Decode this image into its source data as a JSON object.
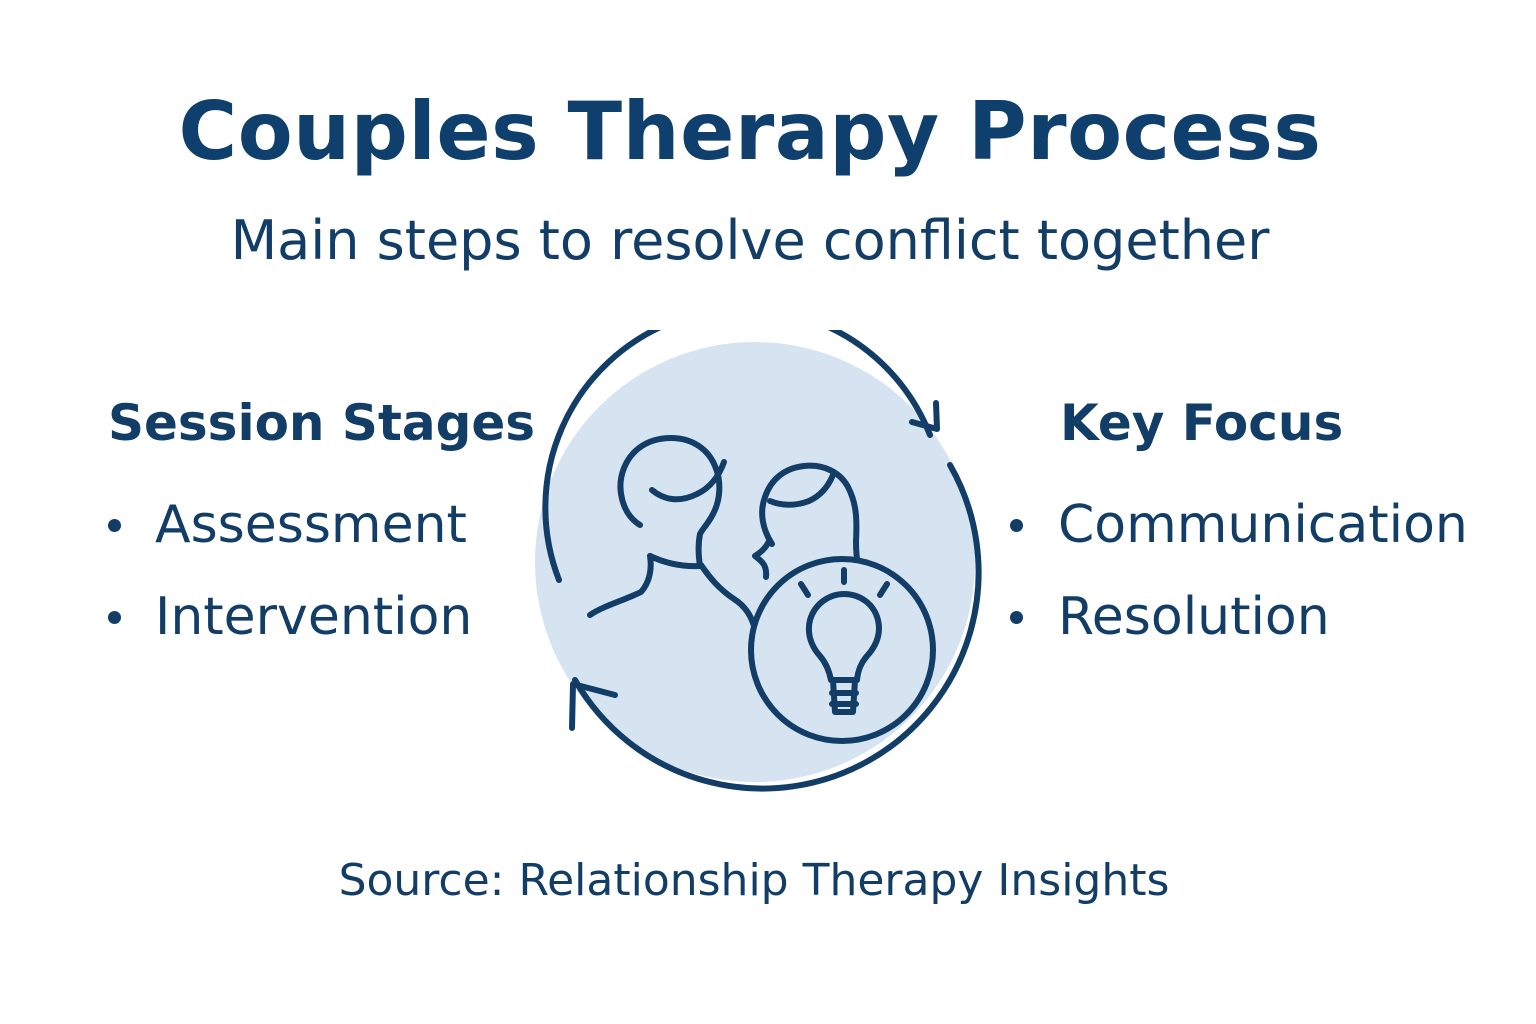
{
  "header": {
    "title": "Couples Therapy Process",
    "subtitle": "Main steps to resolve conflict together"
  },
  "left_panel": {
    "heading": "Session Stages",
    "items": [
      {
        "label": "Assessment"
      },
      {
        "label": "Intervention"
      }
    ]
  },
  "right_panel": {
    "heading": "Key Focus",
    "items": [
      {
        "label": "Communication"
      },
      {
        "label": "Resolution"
      }
    ]
  },
  "footer": {
    "source": "Source: Relationship Therapy Insights"
  },
  "colors": {
    "text": "#123d67",
    "stroke": "#123d67",
    "fill": "#d6e3f0",
    "background": "#ffffff"
  },
  "icons": {
    "cycle": "cycle-arrows-icon",
    "couple": "couple-icon",
    "idea": "lightbulb-icon"
  }
}
